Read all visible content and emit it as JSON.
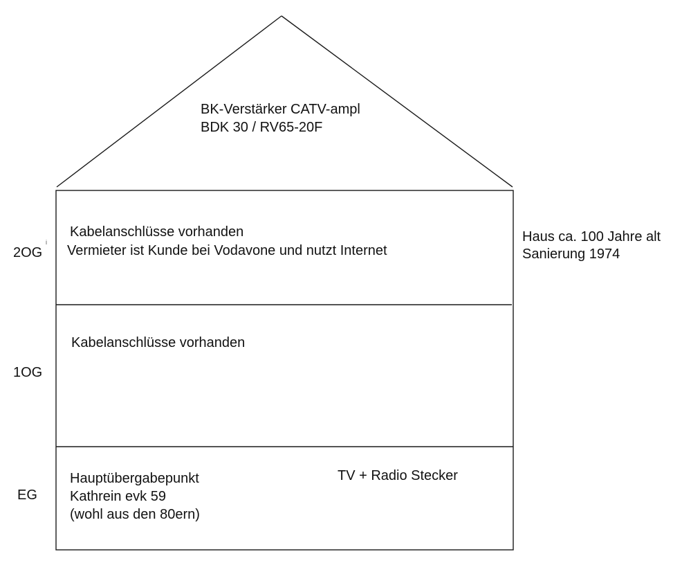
{
  "roof": {
    "line1": "BK-Verstärker CATV-ampl",
    "line2": "BDK 30 / RV65-20F"
  },
  "floors": [
    {
      "label": "2OG",
      "marker": "i",
      "lines": [
        "Kabelanschlüsse vorhanden",
        "Vermieter ist Kunde bei Vodavone und nutzt Internet"
      ]
    },
    {
      "label": "1OG",
      "lines": [
        "Kabelanschlüsse vorhanden"
      ]
    },
    {
      "label": "EG",
      "lines": [
        "Hauptübergabepunkt",
        "Kathrein evk 59",
        "(wohl aus den 80ern)"
      ],
      "side_note": "TV + Radio Stecker"
    }
  ],
  "house_note": {
    "line1": "Haus ca. 100 Jahre alt",
    "line2": "Sanierung 1974"
  },
  "colors": {
    "stroke": "#1a1a1a",
    "text": "#111111",
    "background": "#ffffff"
  }
}
